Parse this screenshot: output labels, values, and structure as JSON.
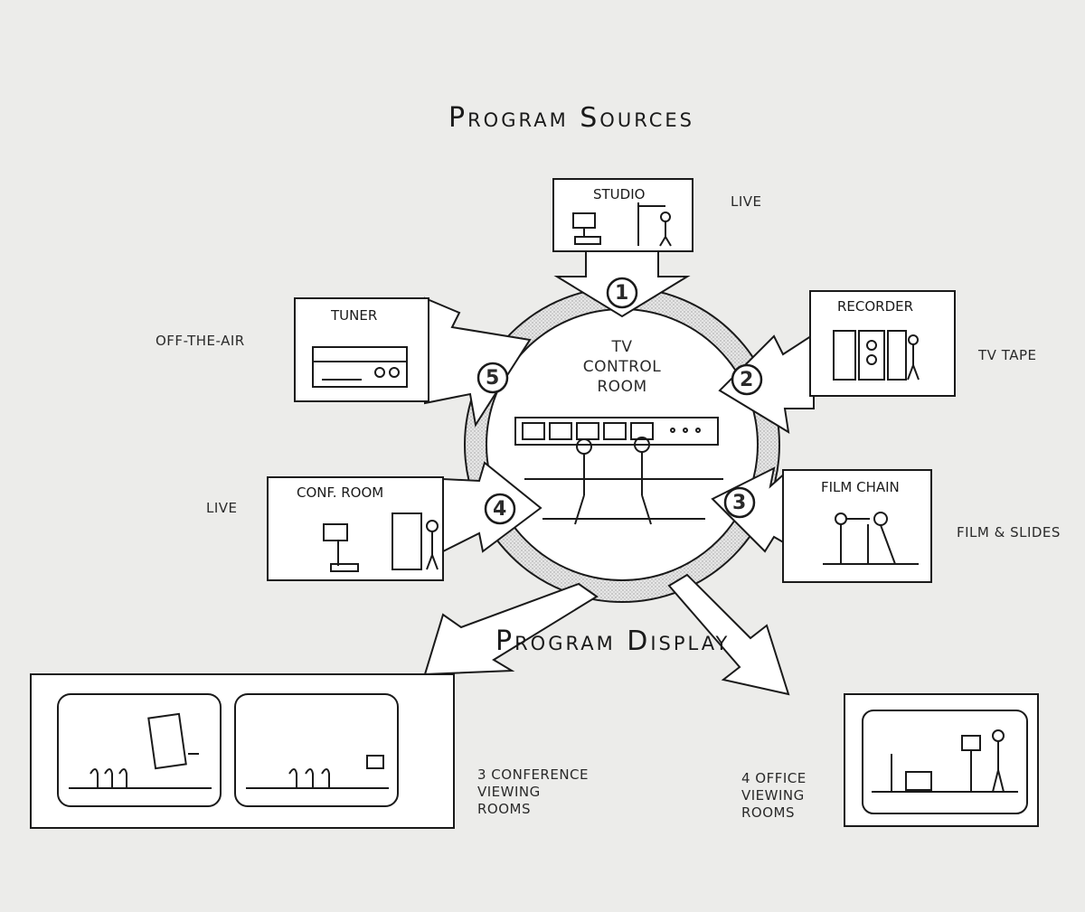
{
  "titles": {
    "sources": "Program Sources",
    "display": "Program Display"
  },
  "center": {
    "line1": "TV",
    "line2": "CONTROL",
    "line3": "ROOM"
  },
  "sources": [
    {
      "number": "1",
      "box_label": "STUDIO",
      "side_label": "LIVE"
    },
    {
      "number": "2",
      "box_label": "RECORDER",
      "side_label": "TV TAPE"
    },
    {
      "number": "3",
      "box_label": "FILM CHAIN",
      "side_label": "FILM & SLIDES"
    },
    {
      "number": "4",
      "box_label": "CONF. ROOM",
      "side_label": "LIVE"
    },
    {
      "number": "5",
      "box_label": "TUNER",
      "side_label": "OFF-THE-AIR"
    }
  ],
  "displays": {
    "conference": [
      "3 CONFERENCE",
      "VIEWING",
      "ROOMS"
    ],
    "office": [
      "4 OFFICE",
      "VIEWING",
      "ROOMS"
    ]
  },
  "colors": {
    "ink": "#1a1a1a",
    "paper": "#ececea",
    "box": "#ffffff",
    "ring": "#cfcfcf"
  }
}
